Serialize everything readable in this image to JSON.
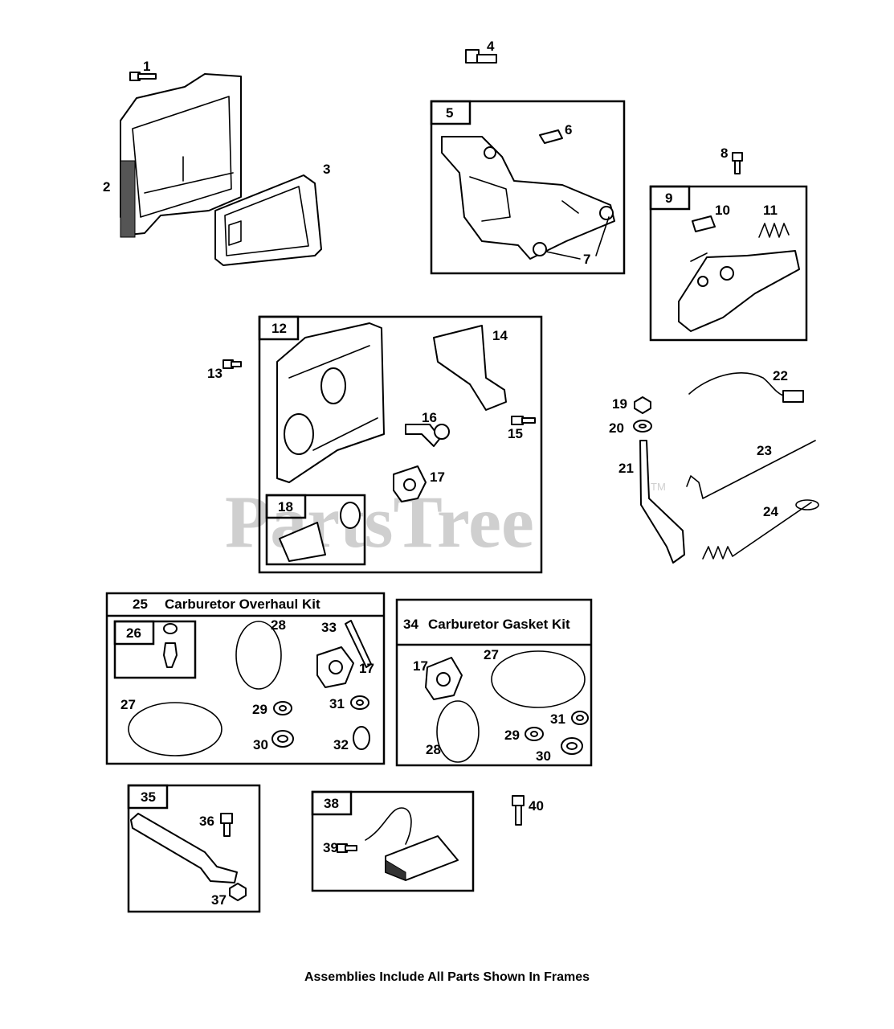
{
  "watermark": {
    "text": "PartsTree",
    "mark": "TM"
  },
  "footer": {
    "note": "Assemblies Include All Parts Shown In Frames"
  },
  "kits": {
    "carburetor_overhaul": {
      "number": "25",
      "title": "Carburetor Overhaul Kit"
    },
    "carburetor_gasket": {
      "number": "34",
      "title": "Carburetor Gasket Kit"
    }
  },
  "callouts": {
    "p1": "1",
    "p2": "2",
    "p3": "3",
    "p4": "4",
    "p5": "5",
    "p6": "6",
    "p7": "7",
    "p8": "8",
    "p9": "9",
    "p10": "10",
    "p11": "11",
    "p12": "12",
    "p13": "13",
    "p14": "14",
    "p15": "15",
    "p16": "16",
    "p17": "17",
    "p18": "18",
    "p19": "19",
    "p20": "20",
    "p21": "21",
    "p22": "22",
    "p23": "23",
    "p24": "24",
    "p26": "26",
    "p27": "27",
    "p28": "28",
    "p29": "29",
    "p30": "30",
    "p31": "31",
    "p32": "32",
    "p33": "33",
    "p35": "35",
    "p36": "36",
    "p37": "37",
    "p38": "38",
    "p39": "39",
    "p40": "40"
  }
}
